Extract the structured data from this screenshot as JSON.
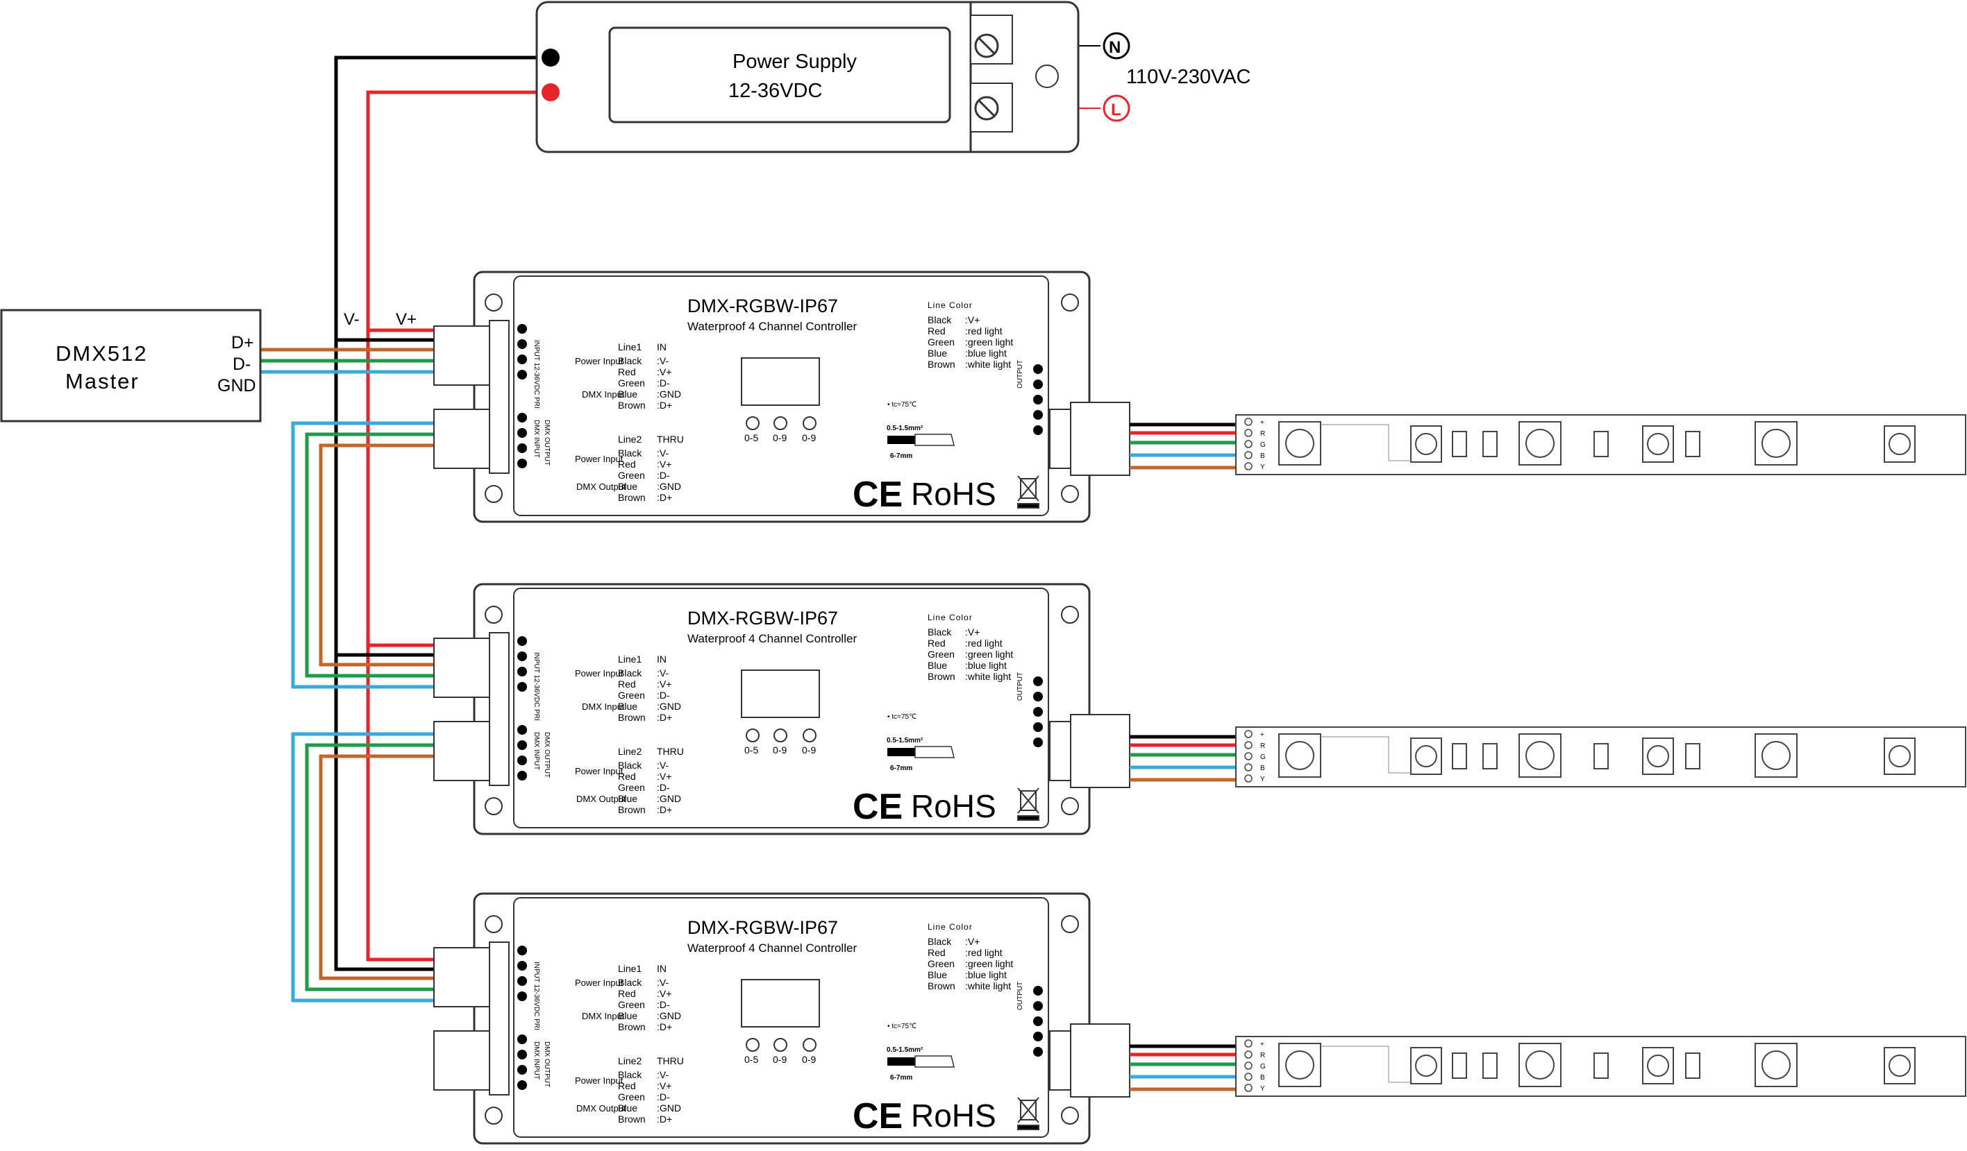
{
  "power_supply": {
    "title": "Power Supply",
    "voltage": "12-36VDC",
    "ac_input": "110V-230VAC",
    "neutral_symbol": "N",
    "line_symbol": "L"
  },
  "dmx_master": {
    "title_line1": "DMX512",
    "title_line2": "Master",
    "pin_dplus": "D+",
    "pin_dminus": "D-",
    "pin_gnd": "GND"
  },
  "bus_labels": {
    "vminus": "V-",
    "vplus": "V+"
  },
  "controllers": [
    {
      "model": "DMX-RGBW-IP67",
      "subtitle": "Waterproof 4 Channel Controller",
      "line1_label": "Line1",
      "line1_dir": "IN",
      "line2_label": "Line2",
      "line2_dir": "THRU",
      "power_input": "Power Input",
      "dmx_input": "DMX Input",
      "dmx_output": "DMX Output",
      "wire_black": "Black",
      "wire_red": "Red",
      "wire_green": "Green",
      "wire_blue": "Blue",
      "wire_brown": "Brown",
      "sig_vminus": ":V-",
      "sig_vplus": ":V+",
      "sig_dminus": ":D-",
      "sig_gnd": ":GND",
      "sig_dplus": ":D+",
      "dial1": "0-5",
      "dial2": "0-9",
      "dial3": "0-9",
      "line_color_title": "Line Color",
      "lc_black": "Black",
      "lc_red": "Red",
      "lc_green": "Green",
      "lc_blue": "Blue",
      "lc_brown": "Brown",
      "lc_black_val": ":V+",
      "lc_red_val": ":red light",
      "lc_green_val": ":green light",
      "lc_blue_val": ":blue light",
      "lc_brown_val": ":white light",
      "tc": "• tc=75℃",
      "wire_size": "0.5-1.5mm²",
      "strip_len": "6-7mm",
      "ce": "CE",
      "rohs": "RoHS",
      "port_input": "INPUT 12-36VDC PRI",
      "port_dmx_input": "DMX INPUT",
      "port_dmx_output": "DMX OUTPUT",
      "port_output": "OUTPUT"
    }
  ],
  "strip_pins": [
    "+",
    "R",
    "G",
    "B",
    "Y"
  ],
  "colors": {
    "black_wire": "#000000",
    "red_wire": "#e8242b",
    "green_wire": "#1e9b4a",
    "blue_wire": "#3aa9dc",
    "brown_wire": "#c1672b",
    "outline": "#333333"
  }
}
